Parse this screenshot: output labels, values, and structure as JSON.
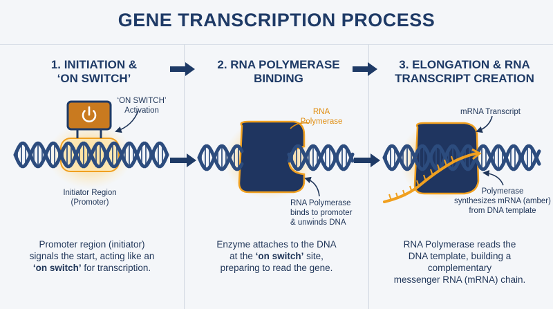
{
  "title": "GENE TRANSCRIPTION PROCESS",
  "panels": [
    {
      "heading": "1. INITIATION &\n‘ON SWITCH’",
      "labels": {
        "switch": "‘ON SWITCH’\nActivation",
        "region": "Initiator Region\n(Promoter)"
      },
      "caption": {
        "line1": "Promoter region (initiator)",
        "line2": "signals the start, acting like an",
        "line3_bold": "‘on switch’",
        "line3_rest": " for transcription."
      }
    },
    {
      "heading": "2. RNA POLYMERASE\nBINDING",
      "labels": {
        "enzyme": "RNA\nPolymerase",
        "binds": "RNA Polymerase\nbinds to promoter\n& unwinds DNA"
      },
      "caption": {
        "line1": "Enzyme attaches to the DNA",
        "line2_pre": "at the ",
        "line2_bold": "‘on switch’",
        "line2_post": " site,",
        "line3": "preparing to read the gene."
      }
    },
    {
      "heading": "3. ELONGATION & RNA\nTRANSCRIPT CREATION",
      "labels": {
        "mrna": "mRNA Transcript",
        "synth": "Polymerase\nsynthesizes mRNA (amber)\nfrom DNA template"
      },
      "caption": {
        "line1": "RNA Polymerase reads the",
        "line2": "DNA template, building a",
        "line3": "complementary",
        "line4": "messenger RNA (mRNA) chain."
      }
    }
  ],
  "colors": {
    "navy": "#1e3a66",
    "strand": "#2c4c7e",
    "amber": "#f0a020",
    "enzyme": "#1f3560",
    "switch_box": "#c97a1f"
  },
  "icons": [
    "power-icon",
    "flow-arrow-icon"
  ]
}
